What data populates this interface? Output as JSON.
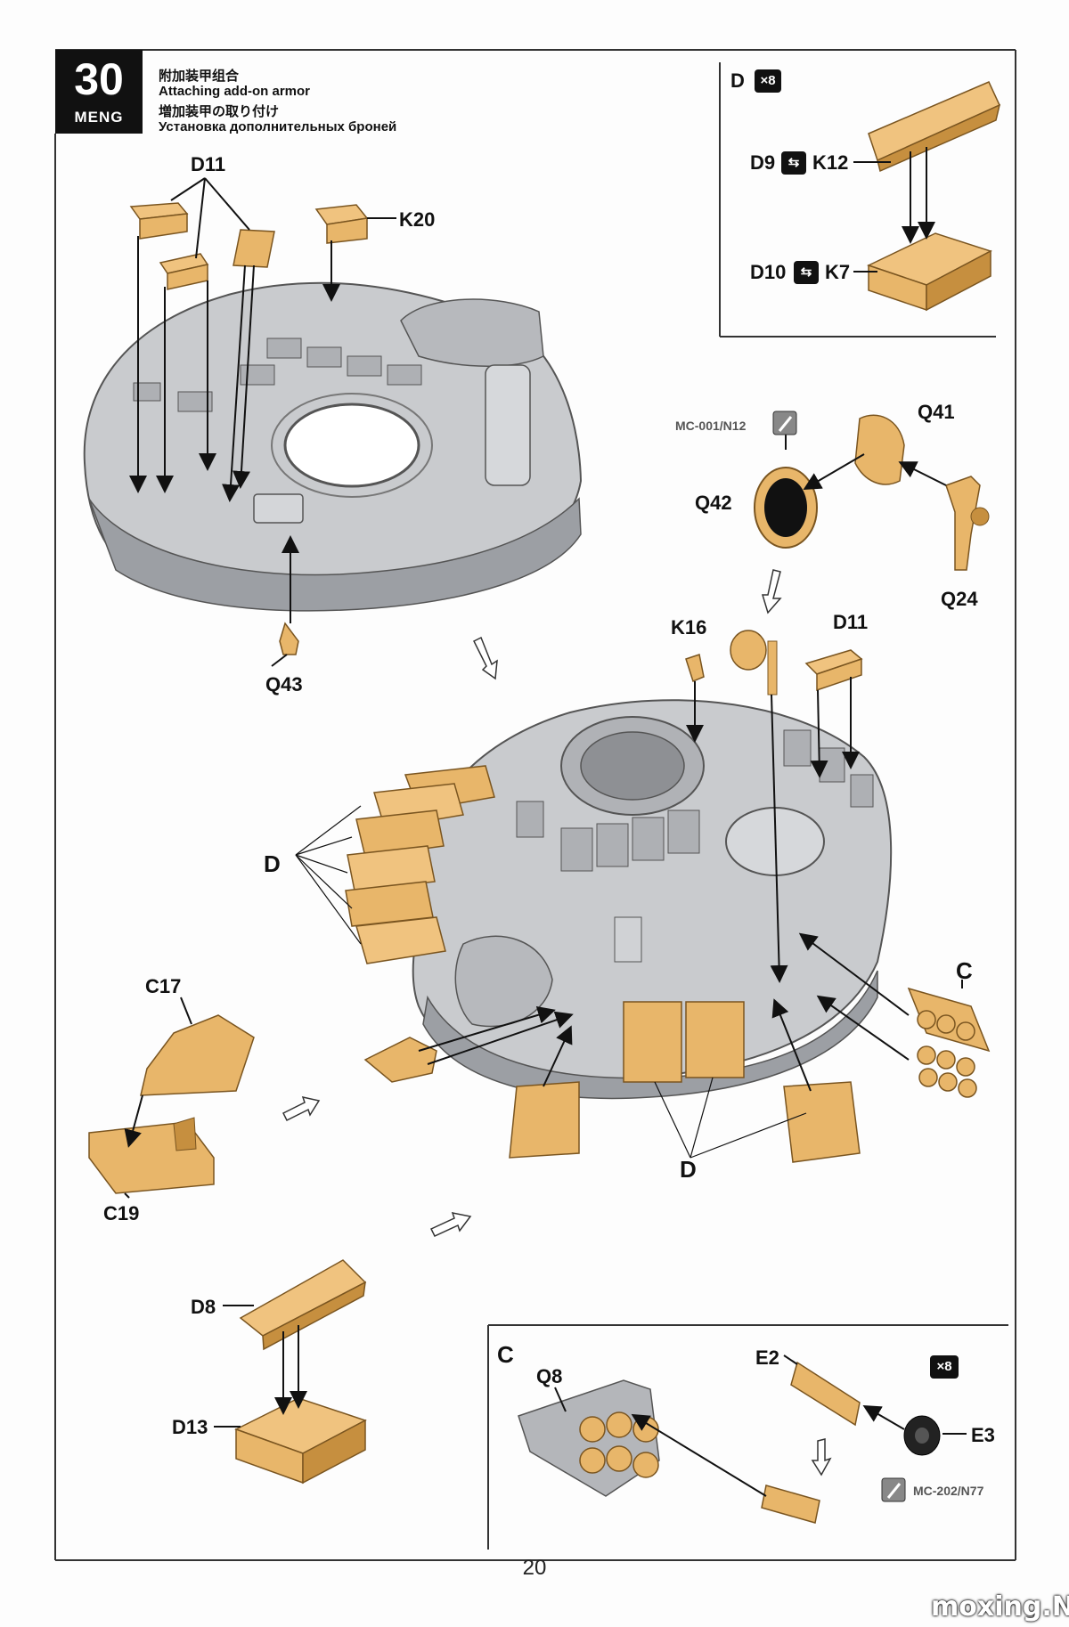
{
  "step": {
    "number": "30",
    "brand": "MENG",
    "title_zh": "附加装甲组合",
    "title_en": "Attaching add-on armor",
    "title_ja": "増加装甲の取り付け",
    "title_ru": "Установка дополнительных броней"
  },
  "inset_d": {
    "label": "D",
    "multiplier": "×8",
    "pair1_a": "D9",
    "pair1_b": "K12",
    "pair2_a": "D10",
    "pair2_b": "K7"
  },
  "inset_c": {
    "label": "C",
    "multiplier": "×8",
    "q8": "Q8",
    "e2": "E2",
    "e3": "E3",
    "paint": "MC-202/N77"
  },
  "parts": {
    "d11_top": "D11",
    "k20": "K20",
    "q43": "Q43",
    "paint_q42": "MC-001/N12",
    "q41": "Q41",
    "q42": "Q42",
    "q24": "Q24",
    "k16": "K16",
    "d11_right": "D11",
    "d_left": "D",
    "c_right": "C",
    "c17": "C17",
    "c19": "C19",
    "d_bottom": "D",
    "d8": "D8",
    "d13": "D13"
  },
  "colors": {
    "part": "#e8b66a",
    "part_dark": "#c68f3f",
    "hull": "#c9cbce",
    "hull_dark": "#9c9fa4",
    "ink": "#111111"
  },
  "page_number": "20",
  "watermark": "moxing.NET"
}
